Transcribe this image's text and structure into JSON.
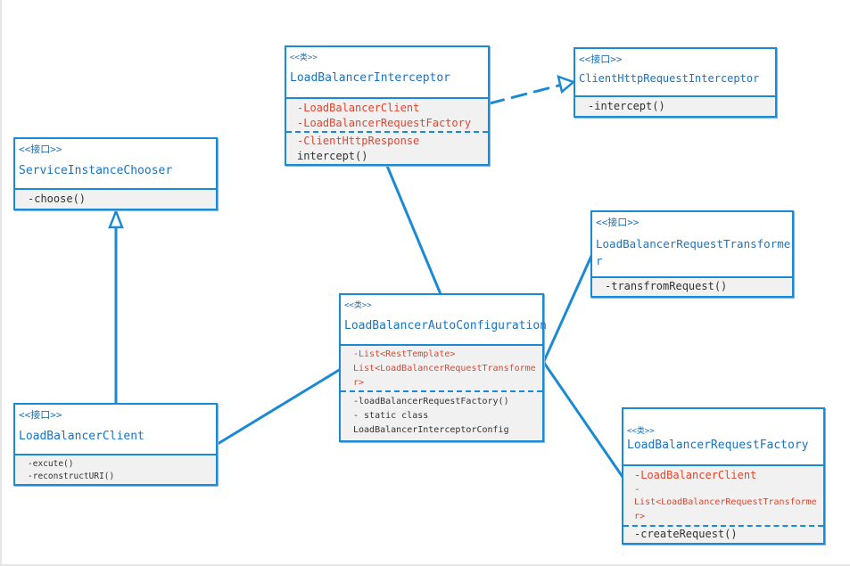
{
  "diagram": {
    "classes": [
      {
        "id": "interceptor",
        "stereotype": "<<类>>",
        "name": "LoadBalancerInterceptor",
        "fields": [
          "-LoadBalancerClient",
          "-LoadBalancerRequestFactory"
        ],
        "methods": [
          "-ClientHttpResponse",
          "intercept()"
        ]
      },
      {
        "id": "http-interceptor",
        "stereotype": "<<接口>>",
        "name": "ClientHttpRequestInterceptor",
        "methods": [
          "-intercept()"
        ]
      },
      {
        "id": "chooser",
        "stereotype": "<<接口>>",
        "name": "ServiceInstanceChooser",
        "methods": [
          "-choose()"
        ]
      },
      {
        "id": "transformer",
        "stereotype": "<<接口>>",
        "name_lines": [
          "LoadBalancerRequestTransforme",
          "r"
        ],
        "methods": [
          "-transfromRequest()"
        ]
      },
      {
        "id": "autoconfig",
        "stereotype": "<<类>>",
        "name": "LoadBalancerAutoConfiguration",
        "fields": [
          "-List<RestTemplate>",
          "List<LoadBalancerRequestTransforme",
          "r>"
        ],
        "methods": [
          "-loadBalancerRequestFactory()",
          "- static class",
          "LoadBalancerInterceptorConfig"
        ]
      },
      {
        "id": "client",
        "stereotype": "<<接口>>",
        "name": "LoadBalancerClient",
        "methods": [
          "-excute()",
          "-reconstructURI()"
        ]
      },
      {
        "id": "factory",
        "stereotype": "<<类>>",
        "name": "LoadBalancerRequestFactory",
        "fields": [
          "-LoadBalancerClient",
          "-",
          "List<LoadBalancerRequestTransforme",
          "r>"
        ],
        "methods": [
          "-createRequest()"
        ]
      }
    ]
  },
  "colors": {
    "box_border": "#1a8ad4",
    "class_name": "#1a73c2",
    "field_text": "#e2452e",
    "method_text": "#333333",
    "section_fill": "#f1f1f1"
  }
}
